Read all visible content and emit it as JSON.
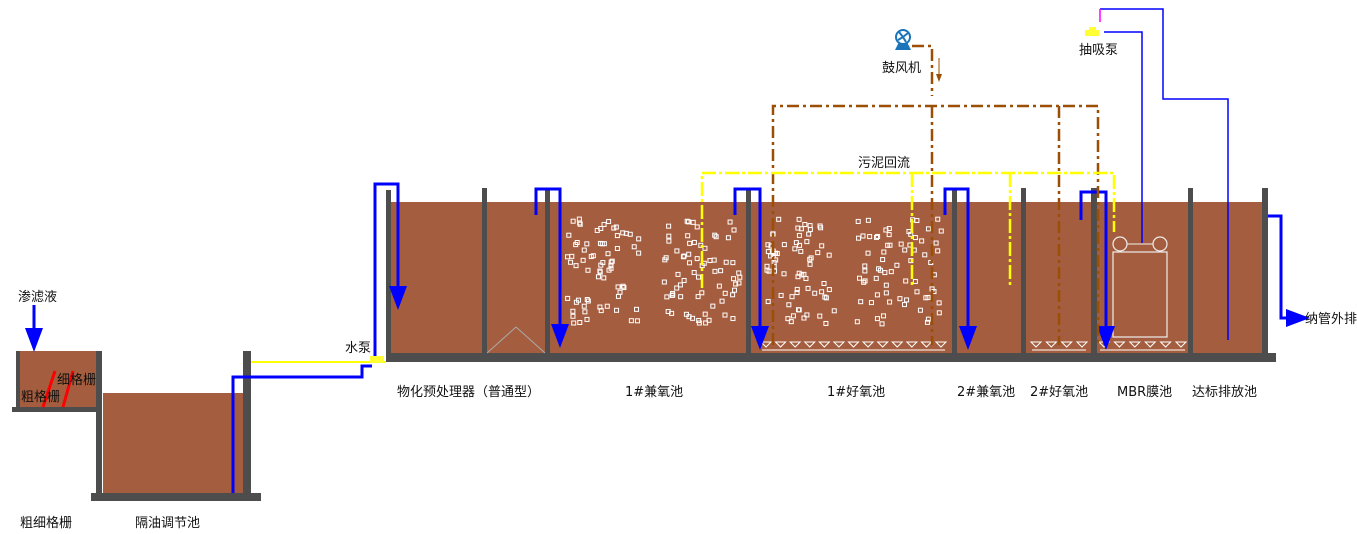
{
  "labels": {
    "leachate": "渗滤液",
    "fine_grate": "细格栅",
    "coarse_grate": "粗格栅",
    "grate_tank": "粗细格栅",
    "oil_tank": "隔油调节池",
    "water_pump": "水泵",
    "pretreatment": "物化预处理器（普通型）",
    "anoxic1": "1#兼氧池",
    "aerobic1": "1#好氧池",
    "anoxic2": "2#兼氧池",
    "aerobic2": "2#好氧池",
    "mbr": "MBR膜池",
    "discharge_tank": "达标排放池",
    "blower": "鼓风机",
    "suction_pump": "抽吸泵",
    "sludge_return": "污泥回流",
    "outlet": "纳管外排"
  },
  "colors": {
    "water": "#a55d3f",
    "wall": "#4d4d4d",
    "water_pipe": "#0000ff",
    "air_pipe": "#9a4f05",
    "sludge_pipe": "#ffff00",
    "grate": "#ff0000",
    "blower": "#1a75bb"
  }
}
